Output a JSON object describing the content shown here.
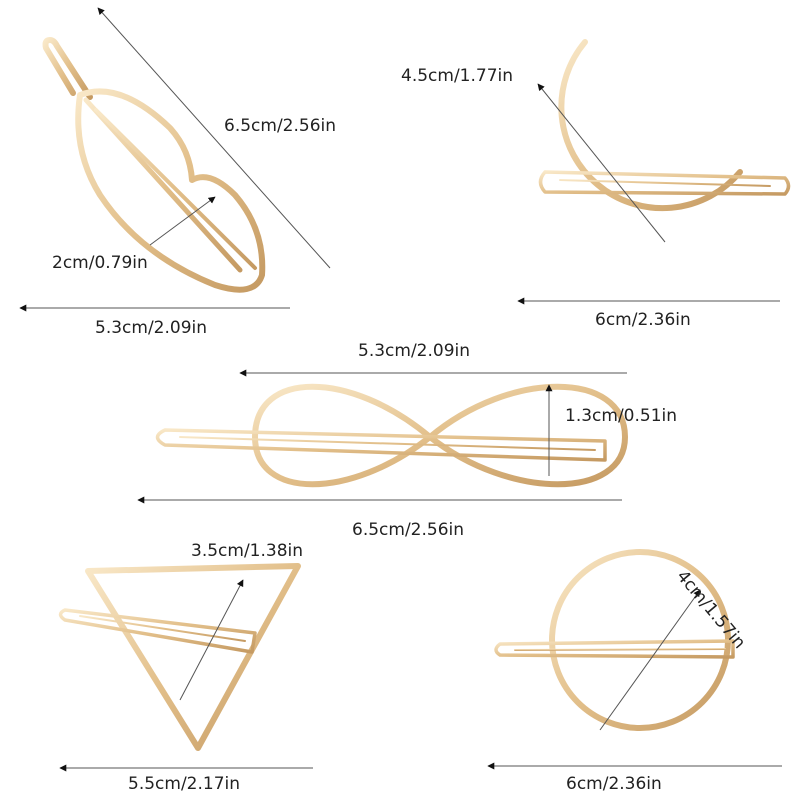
{
  "colors": {
    "gold_light": "#f7e2bd",
    "gold_mid": "#e2bf8a",
    "gold_dark": "#b88b53",
    "line": "#555555",
    "text": "#222222"
  },
  "items": [
    {
      "name": "lips",
      "labels": {
        "diagonal": "6.5cm/2.56in",
        "height": "2cm/0.79in",
        "width": "5.3cm/2.09in"
      }
    },
    {
      "name": "moon",
      "labels": {
        "height": "4.5cm/1.77in",
        "width": "6cm/2.36in"
      }
    },
    {
      "name": "infinity",
      "labels": {
        "top": "5.3cm/2.09in",
        "height": "1.3cm/0.51in",
        "bottom": "6.5cm/2.56in"
      }
    },
    {
      "name": "triangle",
      "labels": {
        "height": "3.5cm/1.38in",
        "width": "5.5cm/2.17in"
      }
    },
    {
      "name": "circle",
      "labels": {
        "diameter": "4cm/1.57in",
        "width": "6cm/2.36in"
      }
    }
  ]
}
